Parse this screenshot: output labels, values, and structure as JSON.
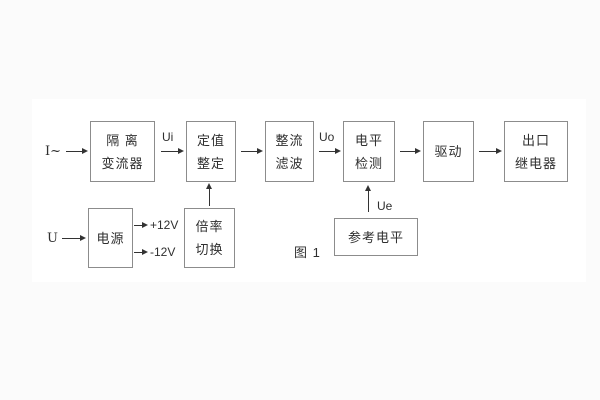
{
  "figure": {
    "caption": "图 1"
  },
  "colors": {
    "background": "#fbfbfb",
    "panel": "#ffffff",
    "box_border": "#8c8c8c",
    "line": "#333333",
    "text": "#2f2f2f"
  },
  "inputs": {
    "current": "I~",
    "voltage": "U"
  },
  "signals": {
    "ui": "Ui",
    "uo": "Uo",
    "ue": "Ue",
    "plus_12v": "+12V",
    "minus_12v": "-12V"
  },
  "blocks": {
    "isolation_transformer": {
      "line1": "隔 离",
      "line2": "变流器"
    },
    "setting_adjust": {
      "line1": "定值",
      "line2": "整定"
    },
    "rectify_filter": {
      "line1": "整流",
      "line2": "滤波"
    },
    "level_detect": {
      "line1": "电平",
      "line2": "检测"
    },
    "drive": {
      "line1": "驱动"
    },
    "output_relay": {
      "line1": "出口",
      "line2": "继电器"
    },
    "power_supply": {
      "line1": "电源"
    },
    "ratio_switch": {
      "line1": "倍率",
      "line2": "切换"
    },
    "reference_level": {
      "line1": "参考电平"
    }
  }
}
